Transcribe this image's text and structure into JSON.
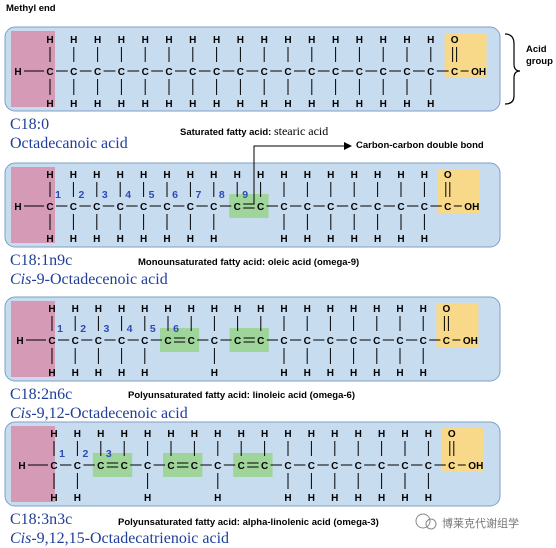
{
  "header": {
    "methyl_end": "Methyl end"
  },
  "annotations": {
    "acid_group_line1": "Acid",
    "acid_group_line2": "group",
    "double_bond": "Carbon-carbon double bond"
  },
  "atoms": {
    "H": "H",
    "C": "C",
    "O": "O",
    "OH": "OH"
  },
  "acids": [
    {
      "code": "C18:0",
      "iupac_italic": "",
      "iupac_rest": "Octadecanoic acid",
      "caption_bold": "Saturated fatty acid: ",
      "caption_plain": "stearic acid",
      "double_bonds": [],
      "numbered": []
    },
    {
      "code": "C18:1n9c",
      "iupac_italic": "Cis",
      "iupac_rest": "-9-Octadecenoic acid",
      "caption_bold": "Monounsaturated fatty acid: oleic acid (omega-9)",
      "caption_plain": "",
      "double_bonds": [
        9
      ],
      "numbered": [
        "1",
        "2",
        "3",
        "4",
        "5",
        "6",
        "7",
        "8",
        "9"
      ]
    },
    {
      "code": "C18:2n6c",
      "iupac_italic": "Cis",
      "iupac_rest": "-9,12-Octadecenoic acid",
      "caption_bold": "Polyunsaturated fatty acid: linoleic acid (omega-6)",
      "caption_plain": "",
      "double_bonds": [
        6,
        9
      ],
      "numbered": [
        "1",
        "2",
        "3",
        "4",
        "5",
        "6"
      ]
    },
    {
      "code": "C18:3n3c",
      "iupac_italic": "Cis",
      "iupac_rest": "-9,12,15-Octadecatrienoic acid",
      "caption_bold": "Polyunsaturated fatty acid: alpha-linolenic acid (omega-3)",
      "caption_plain": "",
      "double_bonds": [
        3,
        6,
        9
      ],
      "numbered": [
        "1",
        "2",
        "3"
      ]
    }
  ],
  "watermark": {
    "text": "博莱克代谢组学"
  },
  "colors": {
    "panel_fill": "#c8dcf0",
    "panel_stroke": "#7f9fc6",
    "methyl_box": "#d59ab6",
    "acid_box": "#f8d98a",
    "double_bond_box": "#9fd49a",
    "number_color": "#2f49b5",
    "code_color": "#1f3f9a"
  }
}
